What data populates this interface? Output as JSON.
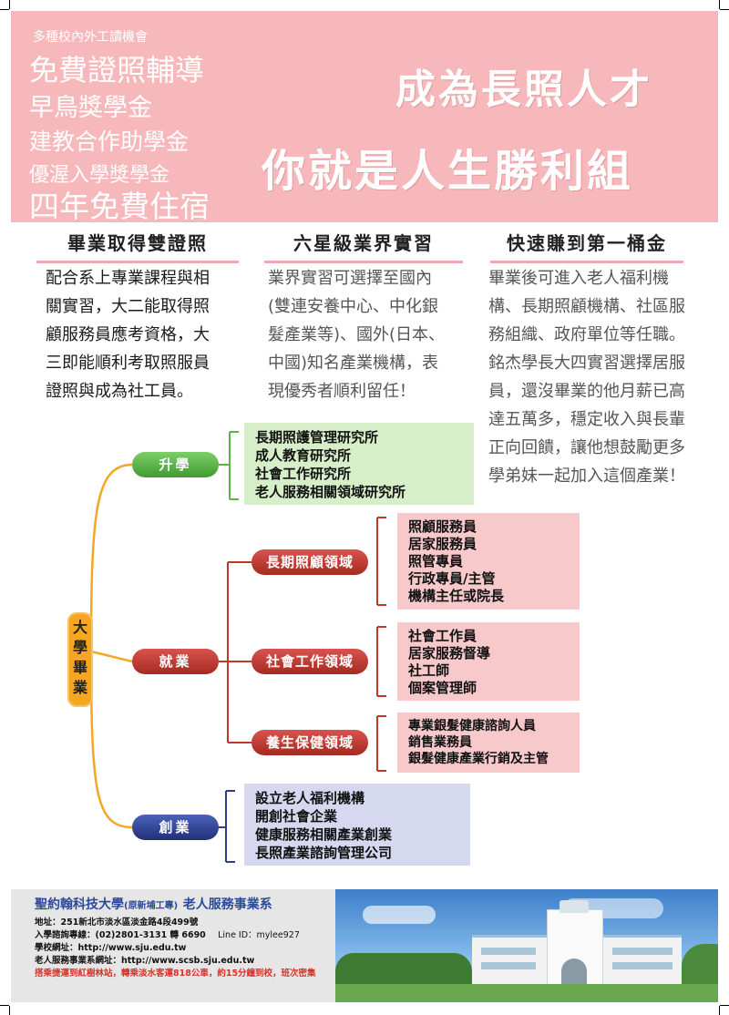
{
  "header": {
    "small_line": "多種校內外工讀機會",
    "lines": [
      "免費證照輔導",
      "早鳥獎學金",
      "建教合作助學金",
      "優渥入學獎學金",
      "四年免費住宿"
    ],
    "slogan_1": "成為長照人才",
    "slogan_2": "你就是人生勝利組"
  },
  "columns": [
    {
      "title": "畢業取得雙證照",
      "lines": [
        "配合系上專業課程與相",
        "關實習，大二能取得照",
        "顧服務員應考資格，大",
        "三即能順利考取照服員",
        "證照與成為社工員。"
      ]
    },
    {
      "title": "六星級業界實習",
      "lines": [
        "業界實習可選擇至國內",
        "(雙連安養中心、中化銀",
        "髮產業等)、國外(日本、",
        "中國)知名產業機構，表",
        "現優秀者順利留任！"
      ]
    },
    {
      "title": "快速賺到第一桶金",
      "lines": [
        "畢業後可進入老人福利機",
        "構、長期照顧機構、社區服",
        "務組織、政府單位等任職。",
        "銘杰學長大四實習選擇居服",
        "員，還沒畢業的他月薪已高",
        "達五萬多，穩定收入與長輩",
        "正向回饋，讓他想鼓勵更多",
        "學弟妹一起加入這個產業！"
      ]
    }
  ],
  "diagram": {
    "root": "大學畢業",
    "branches": {
      "further_study": {
        "label": "升學",
        "items": [
          "長期照護管理研究所",
          "成人教育研究所",
          "社會工作研究所",
          "老人服務相關領域研究所"
        ]
      },
      "employment": {
        "label": "就業",
        "fields": [
          {
            "label": "長期照顧領域",
            "items": [
              "照顧服務員",
              "居家服務員",
              "照管專員",
              "行政專員/主管",
              "機構主任或院長"
            ]
          },
          {
            "label": "社會工作領域",
            "items": [
              "社會工作員",
              "居家服務督導",
              "社工師",
              "個案管理師"
            ]
          },
          {
            "label": "養生保健領域",
            "items": [
              "專業銀髮健康諮詢人員",
              "銷售業務員",
              "銀髮健康產業行銷及主管"
            ]
          }
        ]
      },
      "startup": {
        "label": "創業",
        "items": [
          "設立老人福利機構",
          "開創社會企業",
          "健康服務相關產業創業",
          "長照產業諮詢管理公司"
        ]
      }
    }
  },
  "footer": {
    "school": "聖約翰科技大學",
    "school_note": "(原新埔工專)",
    "dept": "老人服務事業系",
    "address": "地址：251新北市淡水區淡金路4段499號",
    "phone": "入學諮詢專線：(02)2801-3131 轉 6690",
    "line_id": "Line ID：mylee927",
    "school_site": "學校網址：http://www.sju.edu.tw",
    "dept_site": "老人服務事業系網址：http://www.scsb.sju.edu.tw",
    "transport": "搭乘捷運到紅樹林站，轉乘淡水客運818公車，約15分鐘到校，班次密集"
  },
  "colors": {
    "header_bg": "#f6b8bb",
    "study": "#59b547",
    "employ": "#c0392b",
    "startup": "#2c3e8c",
    "root": "#f5a623"
  }
}
